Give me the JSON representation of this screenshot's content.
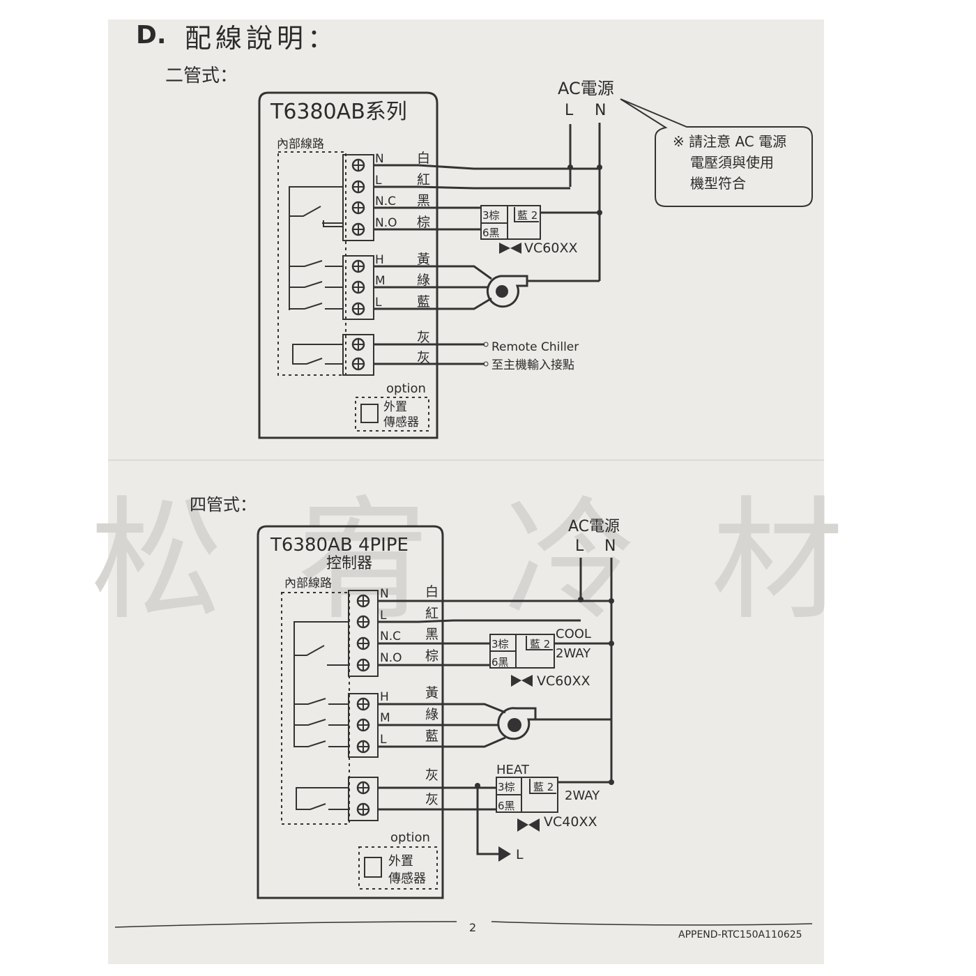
{
  "header": {
    "section": "D.",
    "title": "配線說明："
  },
  "watermark": "松宥冷材",
  "two_pipe": {
    "label": "二管式：",
    "model": "T6380AB系列",
    "internal": "內部線路",
    "ac": {
      "title": "AC電源",
      "l": "L",
      "n": "N"
    },
    "note": [
      "※ 請注意 AC 電源",
      "電壓須與使用",
      "機型符合"
    ],
    "terminals": [
      {
        "name": "N",
        "color": "白"
      },
      {
        "name": "L",
        "color": "紅"
      },
      {
        "name": "N.C",
        "color": "黑"
      },
      {
        "name": "N.O",
        "color": "棕"
      },
      {
        "name": "H",
        "color": "黃"
      },
      {
        "name": "M",
        "color": "綠"
      },
      {
        "name": "L",
        "color": "藍"
      },
      {
        "name": "",
        "color": "灰"
      },
      {
        "name": "",
        "color": "灰"
      }
    ],
    "valve": {
      "a": "3棕",
      "b": "6黑",
      "c": "藍 2",
      "model": "VC60XX"
    },
    "remote": [
      "Remote Chiller",
      "至主機輸入接點"
    ],
    "option": "option",
    "sensor": [
      "外置",
      "傳感器"
    ]
  },
  "four_pipe": {
    "label": "四管式：",
    "model": [
      "T6380AB 4PIPE",
      "控制器"
    ],
    "internal": "內部線路",
    "ac": {
      "title": "AC電源",
      "l": "L",
      "n": "N"
    },
    "terminals": [
      {
        "name": "N",
        "color": "白"
      },
      {
        "name": "L",
        "color": "紅"
      },
      {
        "name": "N.C",
        "color": "黑"
      },
      {
        "name": "N.O",
        "color": "棕"
      },
      {
        "name": "H",
        "color": "黃"
      },
      {
        "name": "M",
        "color": "綠"
      },
      {
        "name": "L",
        "color": "藍"
      },
      {
        "name": "",
        "color": "灰"
      },
      {
        "name": "",
        "color": "灰"
      }
    ],
    "cool_valve": {
      "label": "COOL",
      "type": "2WAY",
      "a": "3棕",
      "b": "6黑",
      "c": "藍 2",
      "model": "VC60XX"
    },
    "heat_valve": {
      "label": "HEAT",
      "type": "2WAY",
      "a": "3棕",
      "b": "6黑",
      "c": "藍 2",
      "model": "VC40XX"
    },
    "to_l": "L",
    "option": "option",
    "sensor": [
      "外置",
      "傳感器"
    ]
  },
  "footer": {
    "page": "2",
    "code": "APPEND-RTC150A110625"
  }
}
